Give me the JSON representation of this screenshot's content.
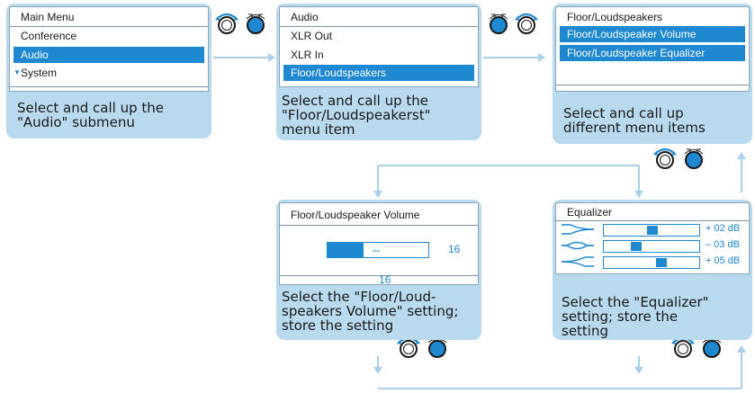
{
  "panel1": {
    "rows": [
      "Main Menu",
      "Conference",
      "Audio",
      "System"
    ],
    "caption": [
      "Select and call up the",
      "\"Audio\" submenu"
    ]
  },
  "panel2": {
    "rows": [
      "Audio",
      "XLR Out",
      "XLR In",
      "Floor/Loudspeakers"
    ],
    "caption": [
      "Select and call up the",
      "\"Floor/Loudspeakerst\"",
      "menu item"
    ]
  },
  "panel3": {
    "rows": [
      "Floor/Loudspeakers",
      "Floor/Loudspeaker Volume",
      "Floor/Loudspeaker Equalizer"
    ],
    "caption": [
      "Select and call up",
      "different menu items"
    ]
  },
  "panel4": {
    "title": "Floor/Loudspeaker Volume",
    "value": "16",
    "stored_value": "16",
    "caption": [
      "Select the \"Floor/Loud-",
      "speakers Volume\" setting;",
      "store the setting"
    ]
  },
  "panel5": {
    "title": "Equalizer",
    "bands": [
      "+ 02 dB",
      "– 03 dB",
      "+ 05 dB"
    ],
    "caption": [
      "Select the \"Equalizer\"",
      "setting; store the",
      "setting"
    ]
  },
  "colors": {
    "accent": "#1e88d0",
    "panel": "#b9d9ee",
    "arrow": "#a9d0ea"
  }
}
